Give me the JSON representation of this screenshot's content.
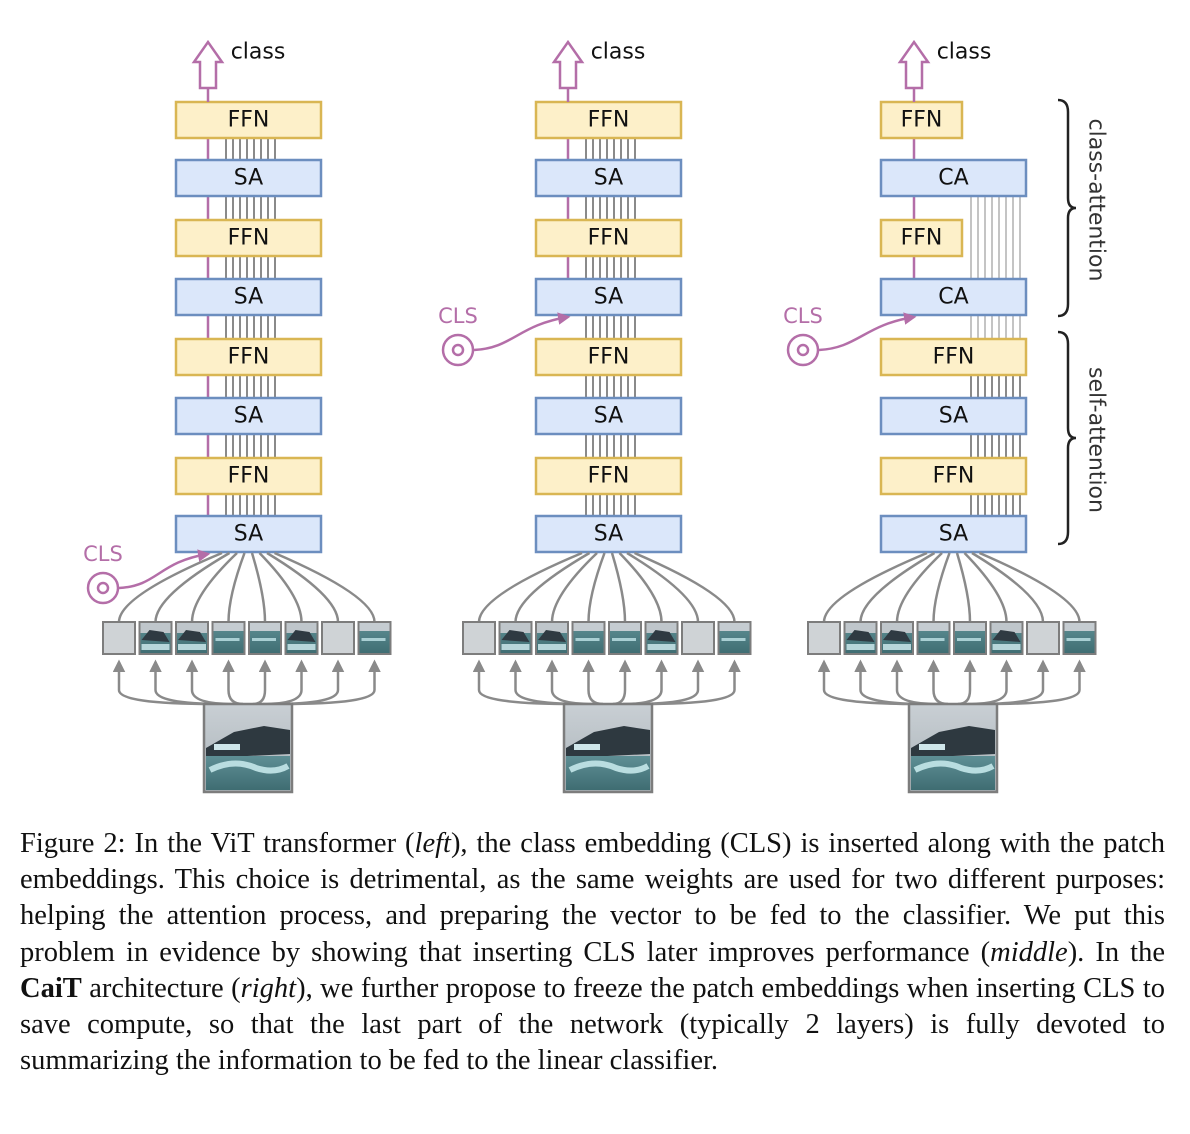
{
  "diagram": {
    "class_label": "class",
    "cls_label": "CLS",
    "ffn_label": "FFN",
    "sa_label": "SA",
    "ca_label": "CA",
    "class_attention_label": "class-attention",
    "self_attention_label": "self-attention",
    "colors": {
      "ffn_fill": "#fdf0c9",
      "ffn_stroke": "#d9b653",
      "sa_fill": "#dbe7fa",
      "sa_stroke": "#6c8ebf",
      "cls": "#b46ea8",
      "patch_line": "#8a8a8a",
      "frozen_line": "#c4c4c4"
    }
  },
  "caption": {
    "fig_label": "Figure 2:",
    "t1": "In the ViT transformer (",
    "left": "left",
    "t2": "), the class embedding (CLS) is inserted along with the patch embeddings. This choice is detrimental, as the same weights are used for two different purposes: helping the attention process, and preparing the vector to be fed to the classifier. We put this problem in evidence by showing that inserting CLS later improves performance (",
    "middle": "middle",
    "t3": "). In the ",
    "cait": "CaiT",
    "t4": " architecture (",
    "right": "right",
    "t5": "), we further propose to freeze the patch embeddings when inserting CLS to save compute, so that the last part of the network (typically 2 layers) is fully devoted to summarizing the information to be fed to the linear classifier."
  }
}
